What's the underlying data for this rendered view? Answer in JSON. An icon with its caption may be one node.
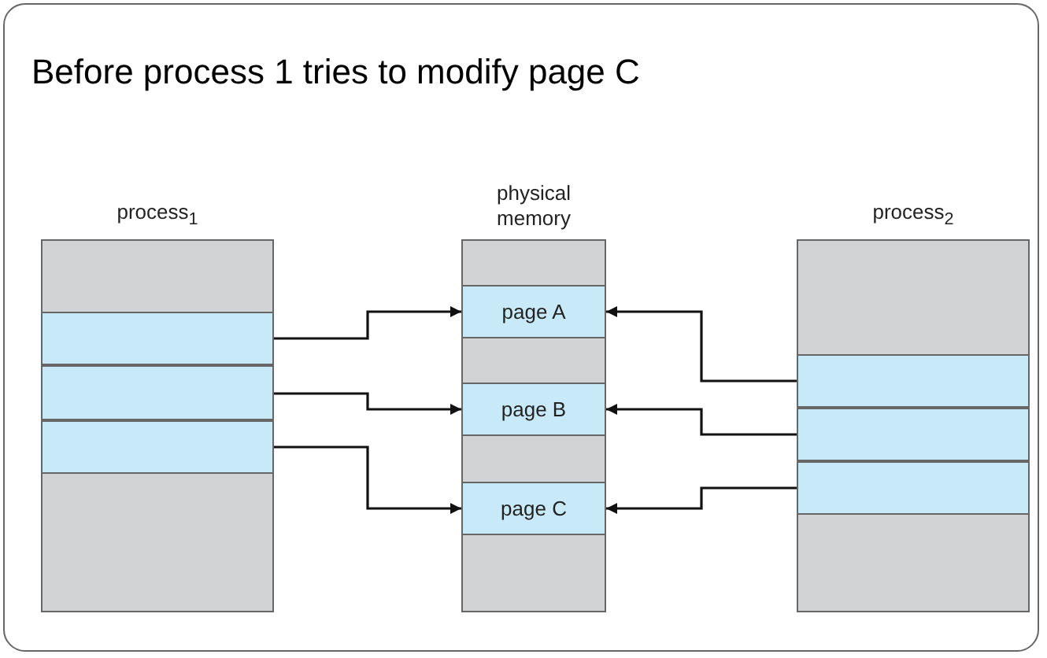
{
  "diagram": {
    "title": "Before process 1 tries to modify page C",
    "nodes": [
      {
        "text": [
          "process$_{1}$"
        ]
      },
      {
        "text": [],
        "shape": "box",
        "in": 0
      },
      {
        "text": [],
        "shape": "box",
        "in": 0
      },
      {
        "text": [],
        "shape": "box",
        "in": 0
      },
      {
        "text": [
          "physical memory"
        ]
      },
      {
        "text": [
          "page A"
        ],
        "in": 4
      },
      {
        "text": [
          "page B"
        ],
        "in": 4
      },
      {
        "text": [
          "page C"
        ],
        "in": 4
      },
      {
        "text": [
          "process$_{2}$"
        ]
      },
      {
        "text": [],
        "shape": "box",
        "in": 8
      },
      {
        "text": [],
        "shape": "box",
        "in": 8
      },
      {
        "text": [],
        "shape": "box",
        "in": 8
      }
    ],
    "edges": [
      {
        "from": 1,
        "to": 5,
        "arrow": "to"
      },
      {
        "from": 2,
        "to": 6,
        "arrow": "to"
      },
      {
        "from": 3,
        "to": 7,
        "arrow": "to"
      },
      {
        "from": 9,
        "to": 5,
        "arrow": "to"
      },
      {
        "from": 10,
        "to": 6,
        "arrow": "to"
      },
      {
        "from": 11,
        "to": 7,
        "arrow": "to"
      }
    ]
  }
}
